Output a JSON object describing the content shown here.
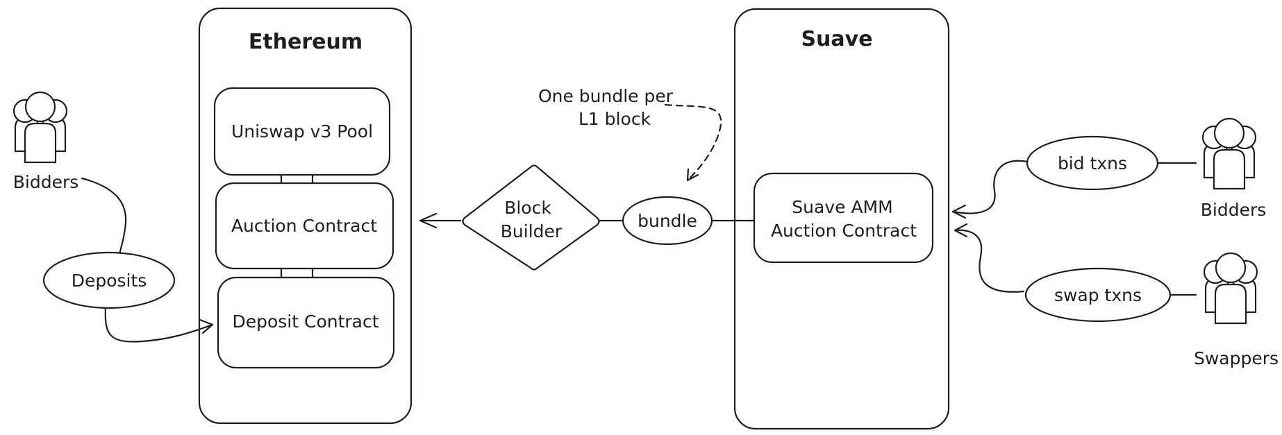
{
  "ethereum": {
    "title": "Ethereum",
    "uniswap": "Uniswap v3 Pool",
    "auction": "Auction Contract",
    "deposit": "Deposit Contract"
  },
  "suave": {
    "title": "Suave",
    "contract_line1": "Suave AMM",
    "contract_line2": "Auction Contract"
  },
  "block_builder": {
    "line1": "Block",
    "line2": "Builder"
  },
  "bundle": "bundle",
  "annotation": {
    "line1": "One bundle per",
    "line2": "L1 block"
  },
  "left_bidders": {
    "label": "Bidders",
    "icon": "users-group-icon"
  },
  "deposits": "Deposits",
  "bid_txns": "bid txns",
  "swap_txns": "swap txns",
  "right_bidders": {
    "label": "Bidders",
    "icon": "users-group-icon"
  },
  "swappers": {
    "label": "Swappers",
    "icon": "users-group-icon"
  }
}
